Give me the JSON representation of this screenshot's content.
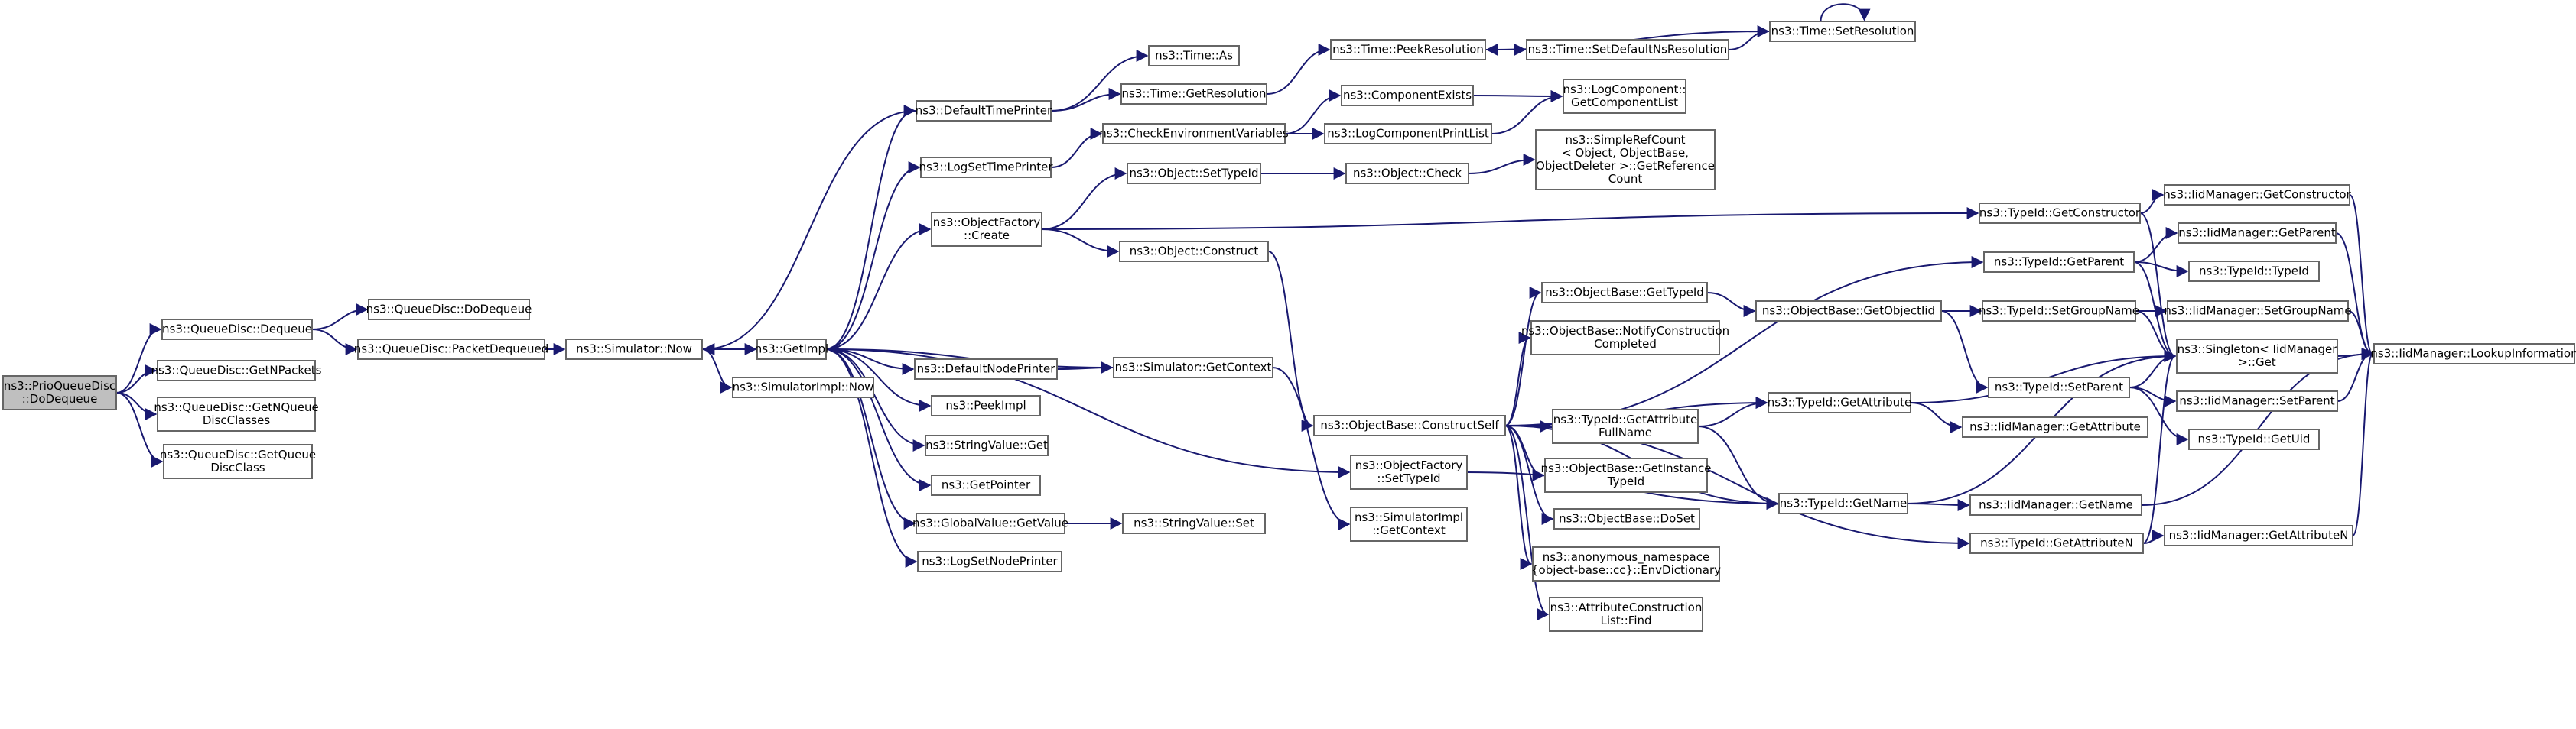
{
  "colors": {
    "edge": "#191970",
    "node_border": "#666666",
    "root_fill": "#bfbfbf",
    "node_fill": "#ffffff"
  },
  "nodes": [
    {
      "id": "n0",
      "lines": [
        "ns3::PrioQueueDisc",
        "::DoDequeue"
      ],
      "root": true
    },
    {
      "id": "n1",
      "lines": [
        "ns3::QueueDisc::Dequeue"
      ]
    },
    {
      "id": "n2",
      "lines": [
        "ns3::QueueDisc::GetNPackets"
      ]
    },
    {
      "id": "n3",
      "lines": [
        "ns3::QueueDisc::GetNQueue",
        "DiscClasses"
      ]
    },
    {
      "id": "n4",
      "lines": [
        "ns3::QueueDisc::GetQueue",
        "DiscClass"
      ]
    },
    {
      "id": "n5",
      "lines": [
        "ns3::QueueDisc::DoDequeue"
      ]
    },
    {
      "id": "n6",
      "lines": [
        "ns3::QueueDisc::PacketDequeued"
      ]
    },
    {
      "id": "n7",
      "lines": [
        "ns3::Simulator::Now"
      ]
    },
    {
      "id": "n8",
      "lines": [
        "ns3::GetImpl"
      ]
    },
    {
      "id": "n9",
      "lines": [
        "ns3::SimulatorImpl::Now"
      ]
    },
    {
      "id": "n10",
      "lines": [
        "ns3::DefaultTimePrinter"
      ]
    },
    {
      "id": "n11",
      "lines": [
        "ns3::LogSetTimePrinter"
      ]
    },
    {
      "id": "n12",
      "lines": [
        "ns3::ObjectFactory",
        "::Create"
      ]
    },
    {
      "id": "n13",
      "lines": [
        "ns3::DefaultNodePrinter"
      ]
    },
    {
      "id": "n14",
      "lines": [
        "ns3::PeekImpl"
      ]
    },
    {
      "id": "n15",
      "lines": [
        "ns3::StringValue::Get"
      ]
    },
    {
      "id": "n16",
      "lines": [
        "ns3::GetPointer"
      ]
    },
    {
      "id": "n17",
      "lines": [
        "ns3::GlobalValue::GetValue"
      ]
    },
    {
      "id": "n18",
      "lines": [
        "ns3::LogSetNodePrinter"
      ]
    },
    {
      "id": "n19",
      "lines": [
        "ns3::Time::As"
      ]
    },
    {
      "id": "n20",
      "lines": [
        "ns3::Time::GetResolution"
      ]
    },
    {
      "id": "n21",
      "lines": [
        "ns3::CheckEnvironmentVariables"
      ]
    },
    {
      "id": "n22",
      "lines": [
        "ns3::Object::SetTypeId"
      ]
    },
    {
      "id": "n23",
      "lines": [
        "ns3::Object::Construct"
      ]
    },
    {
      "id": "n24",
      "lines": [
        "ns3::Simulator::GetContext"
      ]
    },
    {
      "id": "n25",
      "lines": [
        "ns3::StringValue::Set"
      ]
    },
    {
      "id": "n26",
      "lines": [
        "ns3::Time::PeekResolution"
      ]
    },
    {
      "id": "n27",
      "lines": [
        "ns3::ComponentExists"
      ]
    },
    {
      "id": "n28",
      "lines": [
        "ns3::LogComponentPrintList"
      ]
    },
    {
      "id": "n29",
      "lines": [
        "ns3::Object::Check"
      ]
    },
    {
      "id": "n30",
      "lines": [
        "ns3::ObjectBase::ConstructSelf"
      ]
    },
    {
      "id": "n31",
      "lines": [
        "ns3::ObjectFactory",
        "::SetTypeId"
      ]
    },
    {
      "id": "n32",
      "lines": [
        "ns3::SimulatorImpl",
        "::GetContext"
      ]
    },
    {
      "id": "n33",
      "lines": [
        "ns3::Time::SetDefaultNsResolution"
      ]
    },
    {
      "id": "n34",
      "lines": [
        "ns3::LogComponent::",
        "GetComponentList"
      ]
    },
    {
      "id": "n35",
      "lines": [
        "ns3::SimpleRefCount",
        "< Object, ObjectBase,",
        "ObjectDeleter >::GetReference",
        "Count"
      ]
    },
    {
      "id": "n36",
      "lines": [
        "ns3::ObjectBase::GetTypeId"
      ]
    },
    {
      "id": "n37",
      "lines": [
        "ns3::ObjectBase::NotifyConstruction",
        "Completed"
      ]
    },
    {
      "id": "n38",
      "lines": [
        "ns3::TypeId::GetAttribute",
        "FullName"
      ]
    },
    {
      "id": "n39",
      "lines": [
        "ns3::ObjectBase::GetInstance",
        "TypeId"
      ]
    },
    {
      "id": "n40",
      "lines": [
        "ns3::ObjectBase::DoSet"
      ]
    },
    {
      "id": "n41",
      "lines": [
        "ns3::anonymous_namespace",
        "{object-base::cc}::EnvDictionary"
      ]
    },
    {
      "id": "n42",
      "lines": [
        "ns3::AttributeConstruction",
        "List::Find"
      ]
    },
    {
      "id": "n43",
      "lines": [
        "ns3::Time::SetResolution"
      ]
    },
    {
      "id": "n44",
      "lines": [
        "ns3::ObjectBase::GetObjectIid"
      ]
    },
    {
      "id": "n45",
      "lines": [
        "ns3::TypeId::GetAttribute"
      ]
    },
    {
      "id": "n46",
      "lines": [
        "ns3::TypeId::GetName"
      ]
    },
    {
      "id": "n47",
      "lines": [
        "ns3::TypeId::GetConstructor"
      ]
    },
    {
      "id": "n48",
      "lines": [
        "ns3::TypeId::GetParent"
      ]
    },
    {
      "id": "n49",
      "lines": [
        "ns3::TypeId::SetGroupName"
      ]
    },
    {
      "id": "n50",
      "lines": [
        "ns3::TypeId::SetParent"
      ]
    },
    {
      "id": "n51",
      "lines": [
        "ns3::IidManager::GetAttribute"
      ]
    },
    {
      "id": "n52",
      "lines": [
        "ns3::IidManager::GetName"
      ]
    },
    {
      "id": "n53",
      "lines": [
        "ns3::TypeId::GetAttributeN"
      ]
    },
    {
      "id": "n54",
      "lines": [
        "ns3::IidManager::GetConstructor"
      ]
    },
    {
      "id": "n55",
      "lines": [
        "ns3::IidManager::GetParent"
      ]
    },
    {
      "id": "n56",
      "lines": [
        "ns3::TypeId::TypeId"
      ]
    },
    {
      "id": "n57",
      "lines": [
        "ns3::IidManager::SetGroupName"
      ]
    },
    {
      "id": "n58",
      "lines": [
        "ns3::Singleton< IidManager",
        ">::Get"
      ]
    },
    {
      "id": "n59",
      "lines": [
        "ns3::IidManager::SetParent"
      ]
    },
    {
      "id": "n60",
      "lines": [
        "ns3::TypeId::GetUid"
      ]
    },
    {
      "id": "n61",
      "lines": [
        "ns3::IidManager::GetAttributeN"
      ]
    },
    {
      "id": "n62",
      "lines": [
        "ns3::IidManager::LookupInformation"
      ]
    }
  ],
  "edges": [
    [
      "n0",
      "n1"
    ],
    [
      "n0",
      "n2"
    ],
    [
      "n0",
      "n3"
    ],
    [
      "n0",
      "n4"
    ],
    [
      "n1",
      "n5"
    ],
    [
      "n1",
      "n6"
    ],
    [
      "n6",
      "n7"
    ],
    [
      "n7",
      "n8"
    ],
    [
      "n7",
      "n9"
    ],
    [
      "n8",
      "n10"
    ],
    [
      "n8",
      "n11"
    ],
    [
      "n8",
      "n12"
    ],
    [
      "n8",
      "n13"
    ],
    [
      "n8",
      "n14"
    ],
    [
      "n8",
      "n15"
    ],
    [
      "n8",
      "n16"
    ],
    [
      "n8",
      "n17"
    ],
    [
      "n8",
      "n18"
    ],
    [
      "n8",
      "n31"
    ],
    [
      "n10",
      "n7"
    ],
    [
      "n10",
      "n19"
    ],
    [
      "n10",
      "n20"
    ],
    [
      "n11",
      "n21"
    ],
    [
      "n12",
      "n22"
    ],
    [
      "n12",
      "n23"
    ],
    [
      "n12",
      "n47"
    ],
    [
      "n13",
      "n24"
    ],
    [
      "n24",
      "n8"
    ],
    [
      "n24",
      "n32"
    ],
    [
      "n17",
      "n25"
    ],
    [
      "n20",
      "n26"
    ],
    [
      "n21",
      "n27"
    ],
    [
      "n21",
      "n28"
    ],
    [
      "n22",
      "n29"
    ],
    [
      "n23",
      "n30"
    ],
    [
      "n26",
      "n33"
    ],
    [
      "n33",
      "n43"
    ],
    [
      "n43",
      "n26"
    ],
    [
      "n43",
      "n43"
    ],
    [
      "n27",
      "n34"
    ],
    [
      "n28",
      "n34"
    ],
    [
      "n29",
      "n35"
    ],
    [
      "n30",
      "n36"
    ],
    [
      "n30",
      "n37"
    ],
    [
      "n30",
      "n38"
    ],
    [
      "n30",
      "n39"
    ],
    [
      "n30",
      "n40"
    ],
    [
      "n30",
      "n41"
    ],
    [
      "n30",
      "n42"
    ],
    [
      "n30",
      "n45"
    ],
    [
      "n30",
      "n46"
    ],
    [
      "n30",
      "n48"
    ],
    [
      "n30",
      "n53"
    ],
    [
      "n31",
      "n46"
    ],
    [
      "n36",
      "n44"
    ],
    [
      "n44",
      "n49"
    ],
    [
      "n44",
      "n50"
    ],
    [
      "n38",
      "n45"
    ],
    [
      "n38",
      "n46"
    ],
    [
      "n45",
      "n51"
    ],
    [
      "n45",
      "n58"
    ],
    [
      "n46",
      "n52"
    ],
    [
      "n46",
      "n58"
    ],
    [
      "n47",
      "n54"
    ],
    [
      "n47",
      "n58"
    ],
    [
      "n48",
      "n55"
    ],
    [
      "n48",
      "n56"
    ],
    [
      "n48",
      "n58"
    ],
    [
      "n49",
      "n57"
    ],
    [
      "n49",
      "n58"
    ],
    [
      "n50",
      "n59"
    ],
    [
      "n50",
      "n60"
    ],
    [
      "n50",
      "n58"
    ],
    [
      "n53",
      "n61"
    ],
    [
      "n53",
      "n58"
    ],
    [
      "n54",
      "n62"
    ],
    [
      "n55",
      "n62"
    ],
    [
      "n57",
      "n62"
    ],
    [
      "n59",
      "n62"
    ],
    [
      "n52",
      "n62"
    ],
    [
      "n61",
      "n62"
    ],
    [
      "n58",
      "n62"
    ]
  ]
}
